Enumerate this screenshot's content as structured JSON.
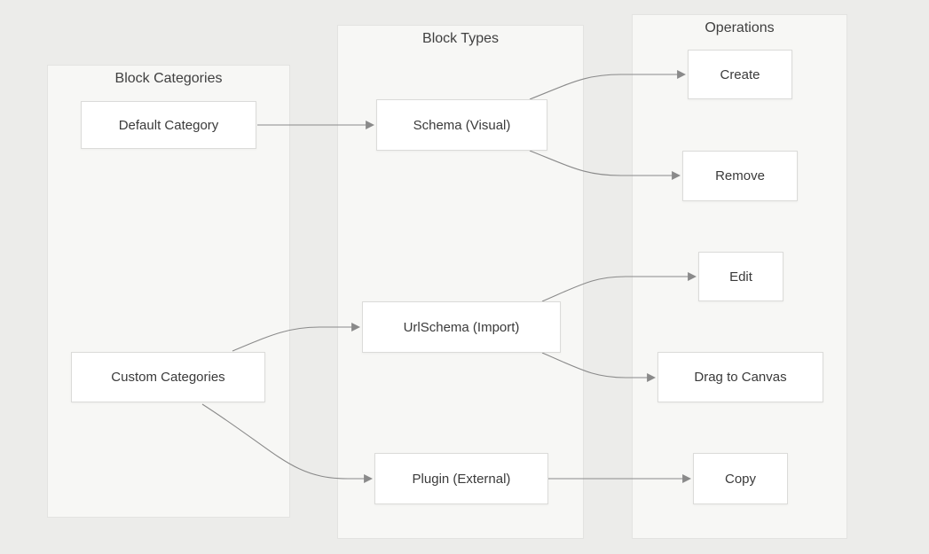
{
  "diagram": {
    "groups": [
      {
        "id": "block-categories",
        "title": "Block Categories",
        "nodes": [
          {
            "id": "default-category",
            "label": "Default Category"
          },
          {
            "id": "custom-categories",
            "label": "Custom Categories"
          }
        ]
      },
      {
        "id": "block-types",
        "title": "Block Types",
        "nodes": [
          {
            "id": "schema-visual",
            "label": "Schema (Visual)"
          },
          {
            "id": "urlschema-import",
            "label": "UrlSchema (Import)"
          },
          {
            "id": "plugin-external",
            "label": "Plugin (External)"
          }
        ]
      },
      {
        "id": "operations",
        "title": "Operations",
        "nodes": [
          {
            "id": "create",
            "label": "Create"
          },
          {
            "id": "remove",
            "label": "Remove"
          },
          {
            "id": "edit",
            "label": "Edit"
          },
          {
            "id": "drag-to-canvas",
            "label": "Drag to Canvas"
          },
          {
            "id": "copy",
            "label": "Copy"
          }
        ]
      }
    ],
    "edges": [
      {
        "from": "default-category",
        "to": "schema-visual"
      },
      {
        "from": "schema-visual",
        "to": "create"
      },
      {
        "from": "schema-visual",
        "to": "remove"
      },
      {
        "from": "custom-categories",
        "to": "urlschema-import"
      },
      {
        "from": "custom-categories",
        "to": "plugin-external"
      },
      {
        "from": "urlschema-import",
        "to": "edit"
      },
      {
        "from": "urlschema-import",
        "to": "drag-to-canvas"
      },
      {
        "from": "plugin-external",
        "to": "copy"
      }
    ],
    "colors": {
      "canvas_bg": "#ECECEA",
      "group_bg": "#F7F7F5",
      "group_border": "#E3E3E1",
      "node_bg": "#FFFFFF",
      "node_border": "#DBDBD9",
      "connector": "#8A8A8A",
      "text": "#3A3A3A"
    }
  }
}
